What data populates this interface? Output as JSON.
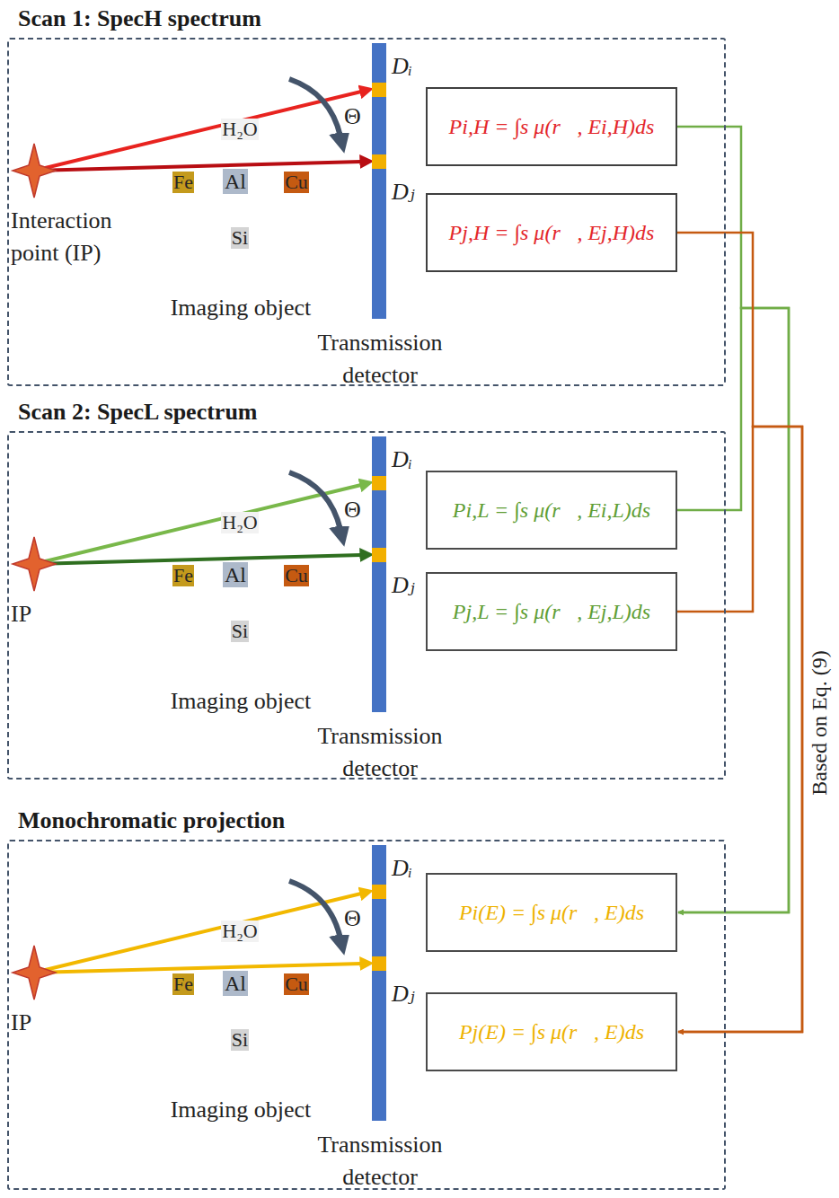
{
  "diagram": {
    "nodes": [
      {
        "text": [
          "Scan 1: SpecH spectrum"
        ]
      },
      {
        "text": [
          "Al",
          "Imaging object"
        ],
        "in": 0
      },
      {
        "text": [
          "H₂O"
        ],
        "in": 1
      },
      {
        "text": [
          "Fe"
        ],
        "in": 1
      },
      {
        "text": [
          "Cu"
        ],
        "in": 1
      },
      {
        "text": [
          "Si"
        ],
        "in": 1
      },
      {
        "text": [
          "Pi,H = ∫s μ(r⃗, Ei,H)ds"
        ],
        "in": 0
      },
      {
        "text": [
          "Pj,H = ∫s μ(r⃗, Ej,H)ds"
        ],
        "in": 0
      },
      {
        "text": [
          "Scan 2: SpecL spectrum"
        ]
      },
      {
        "text": [
          "Al",
          "Imaging object"
        ],
        "in": 8
      },
      {
        "text": [
          "H₂O"
        ],
        "in": 9
      },
      {
        "text": [
          "Fe"
        ],
        "in": 9
      },
      {
        "text": [
          "Cu"
        ],
        "in": 9
      },
      {
        "text": [
          "Si"
        ],
        "in": 9
      },
      {
        "text": [
          "Pi,L = ∫s μ(r⃗, Ei,L)ds"
        ],
        "in": 8
      },
      {
        "text": [
          "Pj,L = ∫s μ(r⃗, Ej,L)ds"
        ],
        "in": 8
      },
      {
        "text": [
          "Monochromatic projection"
        ]
      },
      {
        "text": [
          "Al",
          "Imaging object"
        ],
        "in": 16
      },
      {
        "text": [
          "H₂O"
        ],
        "in": 17
      },
      {
        "text": [
          "Fe"
        ],
        "in": 17
      },
      {
        "text": [
          "Cu"
        ],
        "in": 17
      },
      {
        "text": [
          "Si"
        ],
        "in": 17
      },
      {
        "text": [
          "Pi(E) = ∫s μ(r⃗, E)ds"
        ],
        "in": 16
      },
      {
        "text": [
          "Pj(E) = ∫s μ(r⃗, E)ds"
        ],
        "in": 16
      }
    ],
    "edges": [
      {
        "from": 6,
        "to": 22,
        "arrow": "to"
      },
      {
        "from": 14,
        "to": 22,
        "arrow": "to"
      },
      {
        "from": 7,
        "to": 23,
        "arrow": "to"
      },
      {
        "from": 15,
        "to": 23,
        "arrow": "to"
      }
    ],
    "labels": [
      "Interaction point (IP)",
      "Θ",
      "Dᵢ",
      "Dⱼ",
      "Transmission detector",
      "IP",
      "Θ",
      "Dᵢ",
      "Dⱼ",
      "Transmission detector",
      "IP",
      "Θ",
      "Dᵢ",
      "Dⱼ",
      "Transmission detector",
      "Based on Eq. (9)"
    ]
  }
}
